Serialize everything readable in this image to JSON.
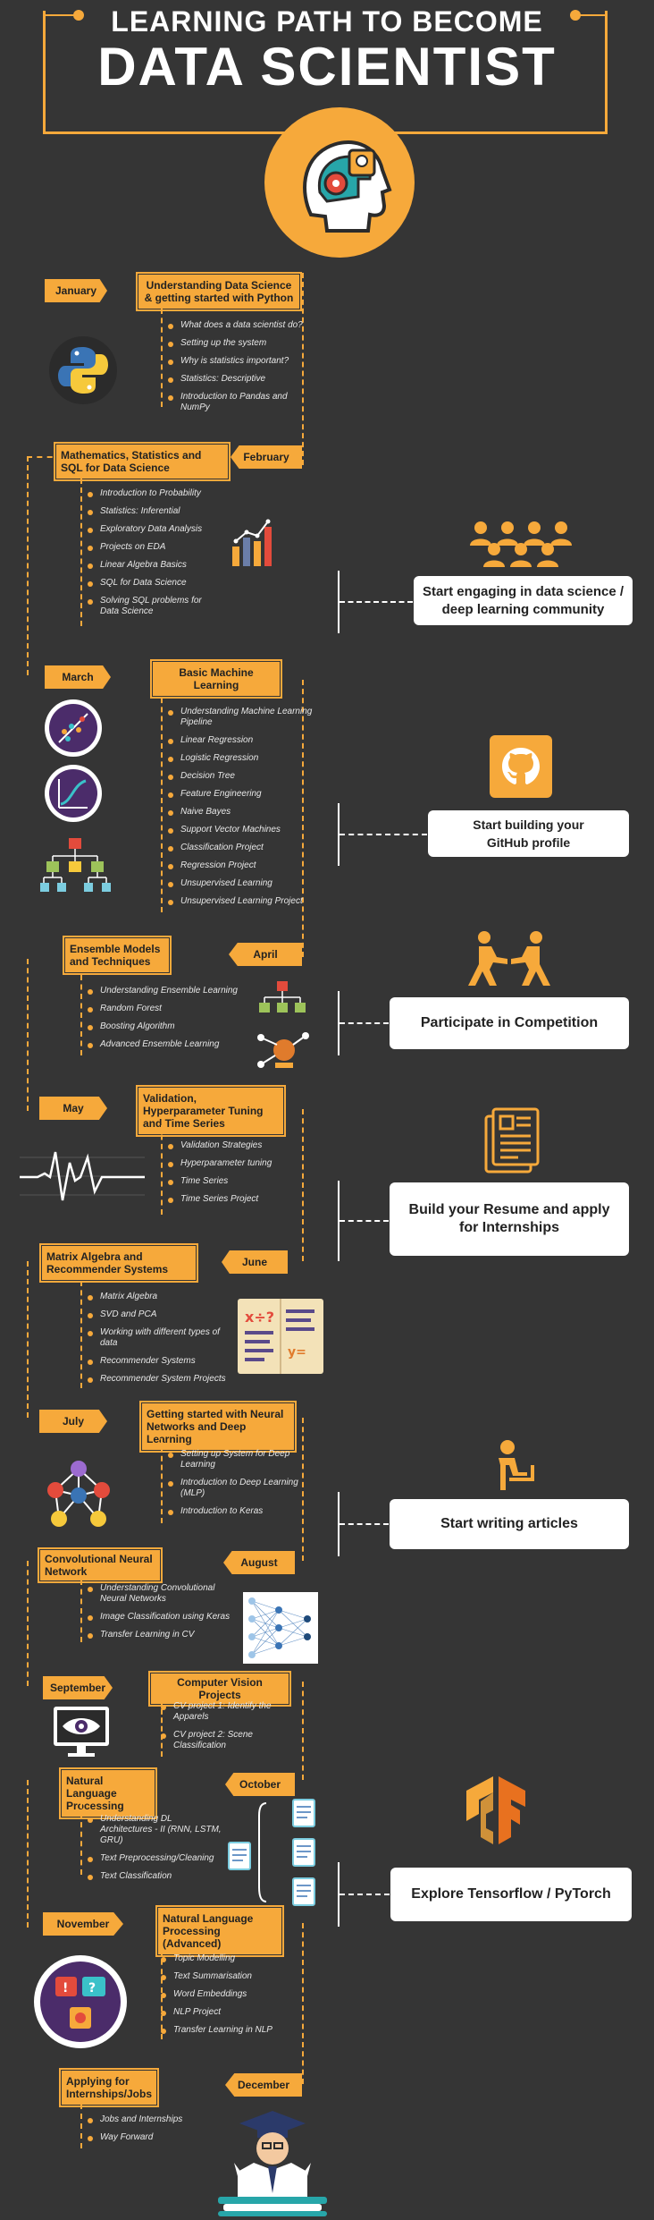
{
  "header": {
    "line1": "LEARNING PATH TO BECOME",
    "line2": "DATA SCIENTIST"
  },
  "colors": {
    "accent": "#f6a93b",
    "background": "#353535",
    "card": "#ffffff"
  },
  "months": {
    "jan": {
      "label": "January",
      "topic": "Understanding Data Science & getting started with Python",
      "items": [
        "What does a data scientist do?",
        "Setting up the system",
        "Why is statistics important?",
        "Statistics: Descriptive",
        "Introduction to Pandas and NumPy"
      ]
    },
    "feb": {
      "label": "February",
      "topic": "Mathematics, Statistics and SQL for Data Science",
      "items": [
        "Introduction to Probability",
        "Statistics: Inferential",
        "Exploratory Data Analysis",
        "Projects on EDA",
        "Linear Algebra Basics",
        "SQL for Data Science",
        "Solving SQL problems for Data Science"
      ]
    },
    "mar": {
      "label": "March",
      "topic": "Basic Machine Learning",
      "items": [
        "Understanding Machine Learning Pipeline",
        "Linear Regression",
        "Logistic Regression",
        "Decision Tree",
        "Feature Engineering",
        "Naive Bayes",
        "Support Vector Machines",
        "Classification Project",
        "Regression Project",
        "Unsupervised Learning",
        "Unsupervised Learning Project"
      ]
    },
    "apr": {
      "label": "April",
      "topic": "Ensemble Models and Techniques",
      "items": [
        "Understanding Ensemble Learning",
        "Random Forest",
        "Boosting Algorithm",
        "Advanced Ensemble Learning"
      ]
    },
    "may": {
      "label": "May",
      "topic": "Validation, Hyperparameter Tuning and Time Series",
      "items": [
        "Validation Strategies",
        "Hyperparameter tuning",
        "Time Series",
        "Time Series Project"
      ]
    },
    "jun": {
      "label": "June",
      "topic": "Matrix Algebra and Recommender Systems",
      "items": [
        "Matrix Algebra",
        "SVD and PCA",
        "Working with different types of data",
        "Recommender Systems",
        "Recommender System Projects"
      ]
    },
    "jul": {
      "label": "July",
      "topic": "Getting started with Neural Networks and Deep Learning",
      "items": [
        "Setting up System for Deep Learning",
        "Introduction to Deep Learning (MLP)",
        "Introduction to Keras"
      ]
    },
    "aug": {
      "label": "August",
      "topic": "Convolutional Neural Network",
      "items": [
        "Understanding Convolutional Neural Networks",
        "Image Classification using Keras",
        "Transfer Learning in CV"
      ]
    },
    "sep": {
      "label": "September",
      "topic": "Computer Vision  Projects",
      "items": [
        "CV project 1: Identify the Apparels",
        "CV project 2: Scene Classification"
      ]
    },
    "oct": {
      "label": "October",
      "topic": "Natural Language Processing",
      "items": [
        "Understanding DL Architectures - II (RNN, LSTM, GRU)",
        "Text Preprocessing/Cleaning",
        "Text Classification"
      ]
    },
    "nov": {
      "label": "November",
      "topic": "Natural Language Processing (Advanced)",
      "items": [
        "Topic Modelling",
        "Text Summarisation",
        "Word Embeddings",
        "NLP Project",
        "Transfer Learning in NLP"
      ]
    },
    "dec": {
      "label": "December",
      "topic": "Applying for Internships/Jobs",
      "items": [
        "Jobs and Internships",
        "Way Forward"
      ]
    }
  },
  "milestones": {
    "community": "Start engaging in data science / deep learning community",
    "github": "Start building your GitHub profile",
    "competition": "Participate in Competition",
    "resume": "Build your Resume and apply for Internships",
    "articles": "Start writing articles",
    "frameworks": "Explore Tensorflow / PyTorch"
  },
  "icons": [
    "python-logo-icon",
    "bar-chart-icon",
    "audience-icon",
    "scatter-plot-icon",
    "curve-chart-icon",
    "decision-tree-icon",
    "github-icon",
    "tree-icon",
    "ensemble-icon",
    "competition-icon",
    "heartbeat-icon",
    "resume-icon",
    "matrix-book-icon",
    "neural-network-icon",
    "writing-icon",
    "cnn-icon",
    "eye-monitor-icon",
    "tensorflow-icon",
    "documents-icon",
    "chat-brain-icon",
    "graduate-icon"
  ]
}
